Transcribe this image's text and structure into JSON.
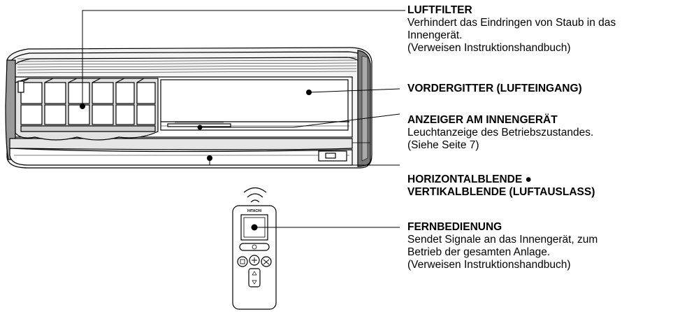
{
  "callouts": [
    {
      "title": "LUFTFILTER",
      "lines": [
        "Verhindert das Eindringen von Staub in das",
        "Innengerät.",
        "(Verweisen Instruktionshandbuch)"
      ]
    },
    {
      "title": "VORDERGITTER (LUFTEINGANG)",
      "lines": []
    },
    {
      "title": "ANZEIGER AM INNENGERÄT",
      "lines": [
        "Leuchtanzeige des Betriebszustandes.",
        "(Siehe Seite 7)"
      ]
    },
    {
      "title": "HORIZONTALBLENDE ●",
      "title2": "VERTIKALBLENDE (LUFTAUSLASS)",
      "lines": []
    },
    {
      "title": "FERNBEDIENUNG",
      "lines": [
        "Sendet Signale an das Innengerät, zum",
        "Betrieb der gesamten Anlage.",
        "(Verweisen Instruktionshandbuch)"
      ]
    }
  ],
  "remote": {
    "brand": "HITACHI"
  }
}
